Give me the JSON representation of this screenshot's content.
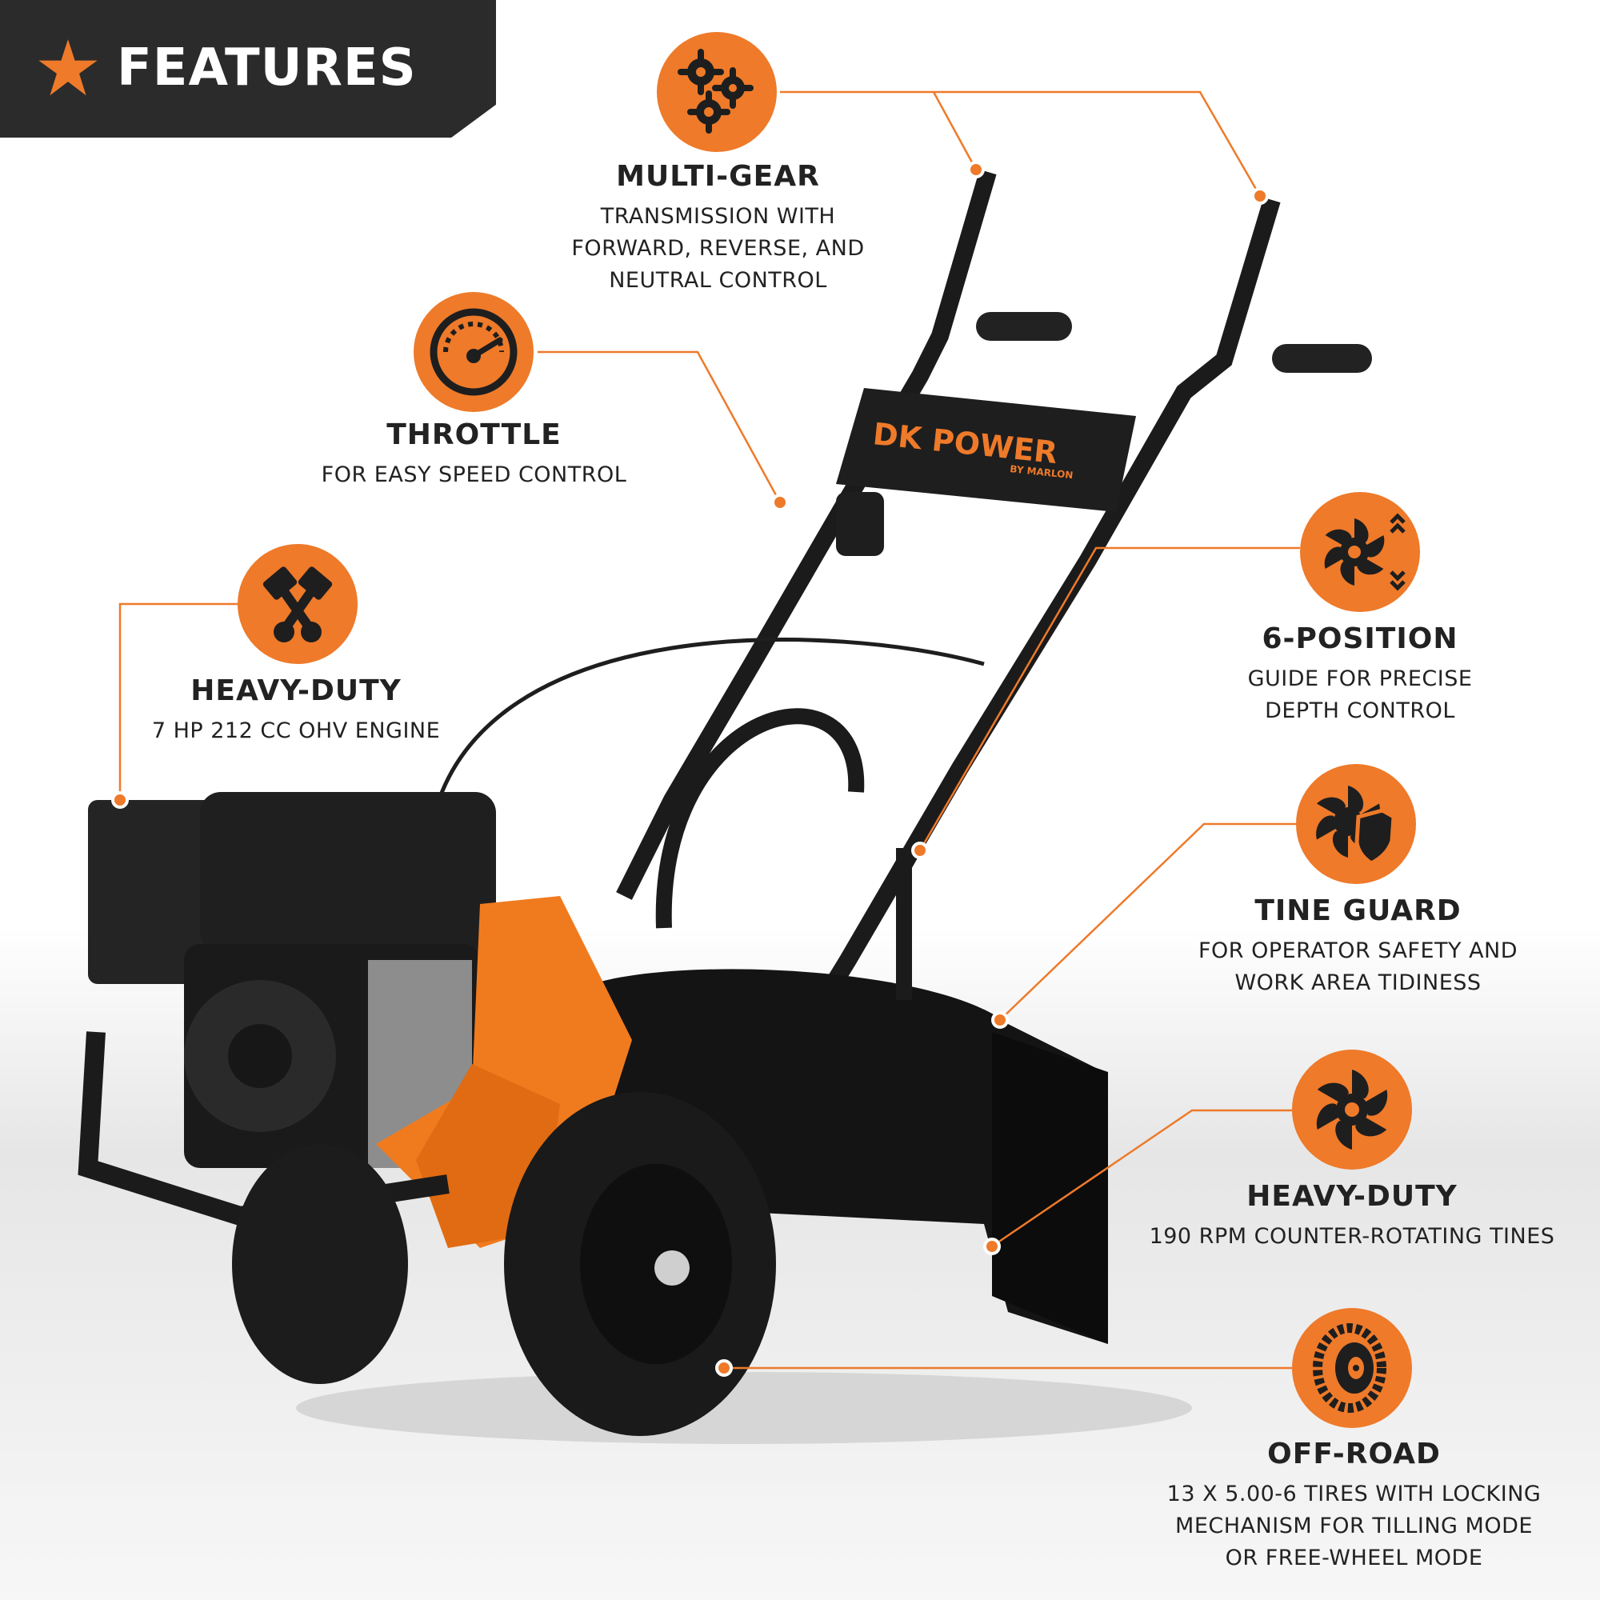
{
  "banner": {
    "title": "FEATURES",
    "icon": "star-icon"
  },
  "colors": {
    "accent": "#ee7a2a",
    "banner_bg": "#2b2b2b",
    "text": "#222222"
  },
  "product": {
    "brand": "DK POWER",
    "sub_brand": "BY MARLON"
  },
  "features": [
    {
      "id": "multi-gear",
      "icon": "gears-icon",
      "title": "MULTI-GEAR",
      "desc": [
        "TRANSMISSION WITH",
        "FORWARD, REVERSE, AND",
        "NEUTRAL CONTROL"
      ]
    },
    {
      "id": "throttle",
      "icon": "speedometer-icon",
      "title": "THROTTLE",
      "desc": [
        "FOR EASY SPEED CONTROL"
      ]
    },
    {
      "id": "engine",
      "icon": "pistons-icon",
      "title": "HEAVY-DUTY",
      "desc": [
        "7 HP 212 CC OHV ENGINE"
      ]
    },
    {
      "id": "depth",
      "icon": "tine-depth-icon",
      "title": "6-POSITION",
      "desc": [
        "GUIDE FOR PRECISE",
        "DEPTH CONTROL"
      ]
    },
    {
      "id": "guard",
      "icon": "tine-shield-icon",
      "title": "TINE GUARD",
      "desc": [
        "FOR OPERATOR SAFETY AND",
        "WORK AREA TIDINESS"
      ]
    },
    {
      "id": "tines",
      "icon": "tine-icon",
      "title": "HEAVY-DUTY",
      "desc": [
        "190 RPM COUNTER-ROTATING TINES"
      ]
    },
    {
      "id": "tires",
      "icon": "tire-icon",
      "title": "OFF-ROAD",
      "desc": [
        "13 X 5.00-6 TIRES WITH LOCKING",
        "MECHANISM FOR TILLING MODE",
        "OR FREE-WHEEL MODE"
      ]
    }
  ]
}
